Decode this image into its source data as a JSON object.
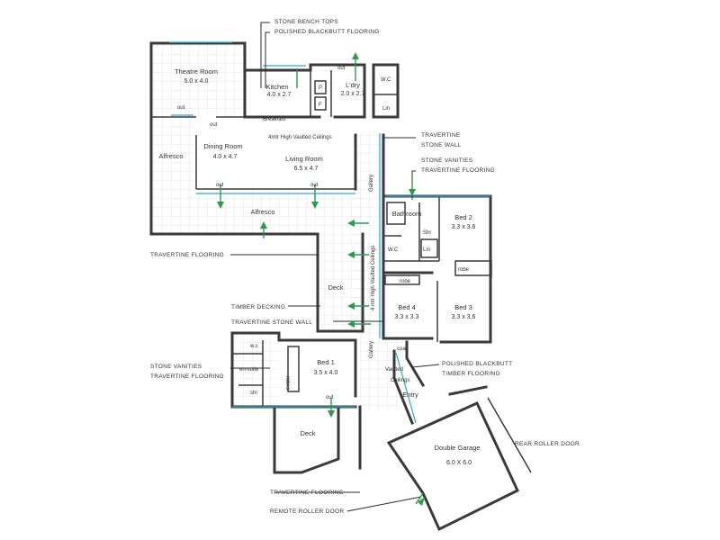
{
  "rooms": {
    "theatre": {
      "name": "Theatre Room",
      "size": "5.0 x 4.0"
    },
    "kitchen": {
      "name": "Kitchen",
      "size": "4.0 x 2.7"
    },
    "laundry": {
      "name": "L'dry",
      "size": "2.0 x 2.7"
    },
    "dining": {
      "name": "Dining Room",
      "size": "4.0 x 4.7"
    },
    "living": {
      "name": "Living Room",
      "size": "6.5 x 4.7"
    },
    "alfresco_west": {
      "name": "Alfresco"
    },
    "alfresco_main": {
      "name": "Alfresco"
    },
    "bathroom": {
      "name": "Bathroom"
    },
    "bed2": {
      "name": "Bed 2",
      "size": "3.3 x 3.6"
    },
    "bed3": {
      "name": "Bed 3",
      "size": "3.3 x 3.6"
    },
    "bed4": {
      "name": "Bed 4",
      "size": "3.3 x 3.3"
    },
    "bed1": {
      "name": "Bed 1",
      "size": "3.5 x 4.0"
    },
    "deck_mid": {
      "name": "Deck"
    },
    "deck_lower": {
      "name": "Deck"
    },
    "garage": {
      "name": "Double Garage",
      "size": "6.0 X 6.0"
    },
    "entry": {
      "name": "Entry"
    }
  },
  "labels": {
    "breakfast": "Breakfast",
    "wc_top": "W.C",
    "lin_top": "Lin",
    "pantry_p": "P",
    "fridge_f": "F",
    "wc_bath": "W.C",
    "shr_bath": "Shr",
    "lin_bath": "Lin",
    "robe_bed2": "robe",
    "robe_bed4": "robe",
    "wc_ensuite": "w.c",
    "ensuite": "en-suite",
    "shr_ensuite": "shr",
    "robes_vertical": "robes",
    "coat": "coat",
    "vaulted": "Vaulted",
    "ceilings": "Ceilings",
    "vaulted_ceilings_top": "4mtr High Vaulted Ceilings",
    "vaulted_ceilings_side": "4 mtr High Vaulted Ceilings",
    "gallery_upper": "Gallery",
    "gallery_lower": "Gallery",
    "out": "out"
  },
  "notes": {
    "stone_bench_tops": "STONE BENCH TOPS",
    "polished_blackbutt_flooring": "POLISHED BLACKBUTT FLOORING",
    "travertine_1": "TRAVERTINE",
    "stone_wall_1": "STONE WALL",
    "stone_vanities_1": "STONE VANITIES",
    "travertine_flooring_1": "TRAVERTINE FLOORING",
    "travertine_flooring_2": "TRAVERTINE FLOORING",
    "timber_decking": "TIMBER DECKING",
    "travertine_stone_wall": "TRAVERTINE STONE WALL",
    "stone_vanities_2": "STONE VANITIES",
    "travertine_flooring_3": "TRAVERTINE FLOORING",
    "polished_blackbutt": "POLISHED BLACKBUTT",
    "timber_flooring": "TIMBER FLOORING",
    "rear_roller_door": "REAR ROLLER DOOR",
    "travertine_flooring_4": "TRAVERTINE FLOORING",
    "remote_roller_door": "REMOTE ROLLER DOOR"
  },
  "colors": {
    "wall": "#3a3a3a",
    "window": "#2aa9c9",
    "arrow": "#2c9a4a",
    "tile": "#cfcfcf"
  }
}
